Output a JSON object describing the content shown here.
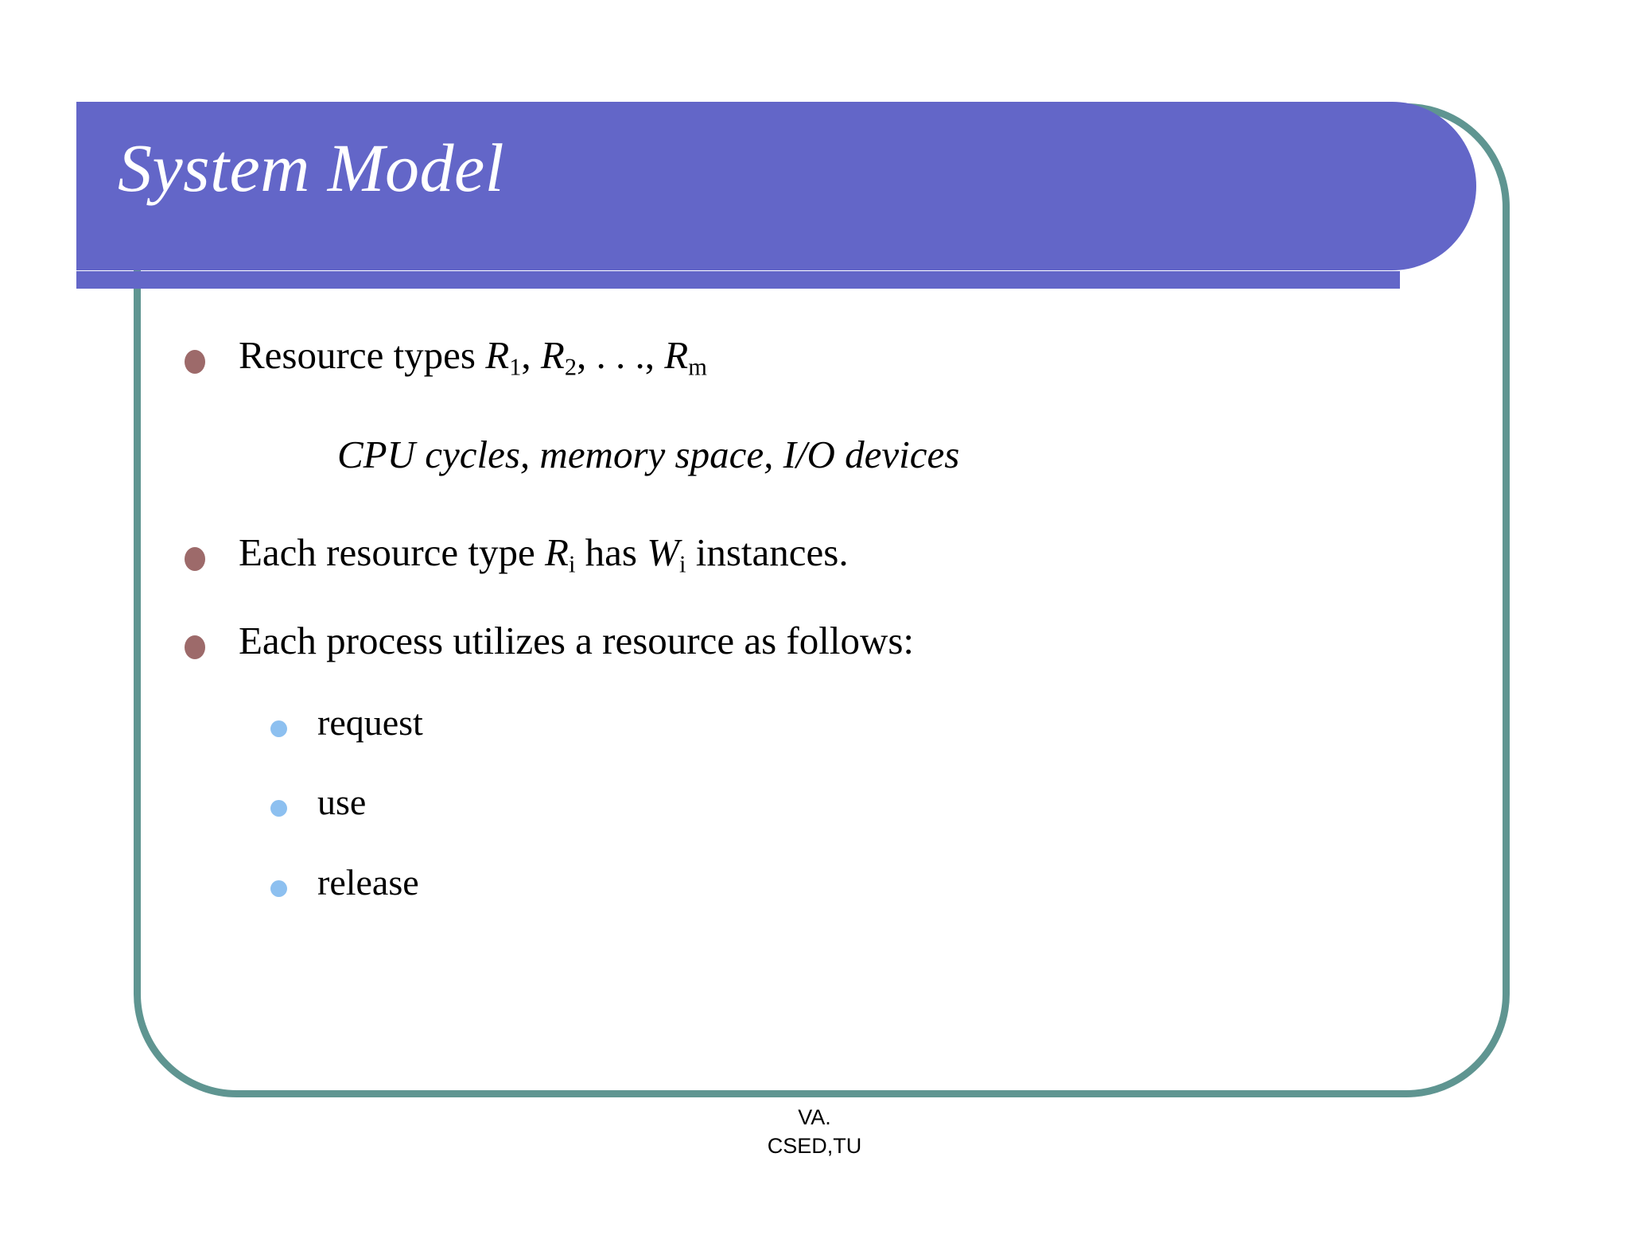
{
  "slide": {
    "title": "System Model",
    "theme": {
      "title_band_color": "#6366c8",
      "frame_border_color": "#5f9591",
      "primary_bullet_color": "#9d6a6a",
      "secondary_bullet_color": "#8dc0f0",
      "background_color": "#ffffff",
      "title_text_color": "#ffffff",
      "body_text_color": "#000000"
    },
    "bullets": [
      {
        "id": "resource-types",
        "prefix": "Resource types ",
        "symbols": [
          {
            "base": "R",
            "sub": "1"
          },
          {
            "base": "R",
            "sub": "2"
          }
        ],
        "ellipsis": ", . . ., ",
        "last_symbol": {
          "base": "R",
          "sub": "m"
        },
        "plain": "Resource types R1, R2, . . ., Rm"
      },
      {
        "id": "instances",
        "plain": "Each resource type Ri has Wi instances."
      },
      {
        "id": "utilization",
        "plain": "Each process utilizes a resource as follows:"
      }
    ],
    "note": "CPU cycles, memory space, I/O devices",
    "sub_bullets": [
      {
        "id": "request",
        "label": "request"
      },
      {
        "id": "use",
        "label": "use"
      },
      {
        "id": "release",
        "label": "release"
      }
    ],
    "text_fragments": {
      "resource_types_prefix": "Resource types ",
      "comma_space": ", ",
      "ellipsis": ", . . ., ",
      "R": "R",
      "W": "W",
      "sub_1": "1",
      "sub_2": "2",
      "sub_m": "m",
      "sub_i": "i",
      "each_resource_type": "Each resource type ",
      "has": " has ",
      "instances": " instances.",
      "each_process": "Each process utilizes a resource as follows:"
    },
    "footer": {
      "line1": "VA.",
      "line2": "CSED,TU"
    }
  }
}
